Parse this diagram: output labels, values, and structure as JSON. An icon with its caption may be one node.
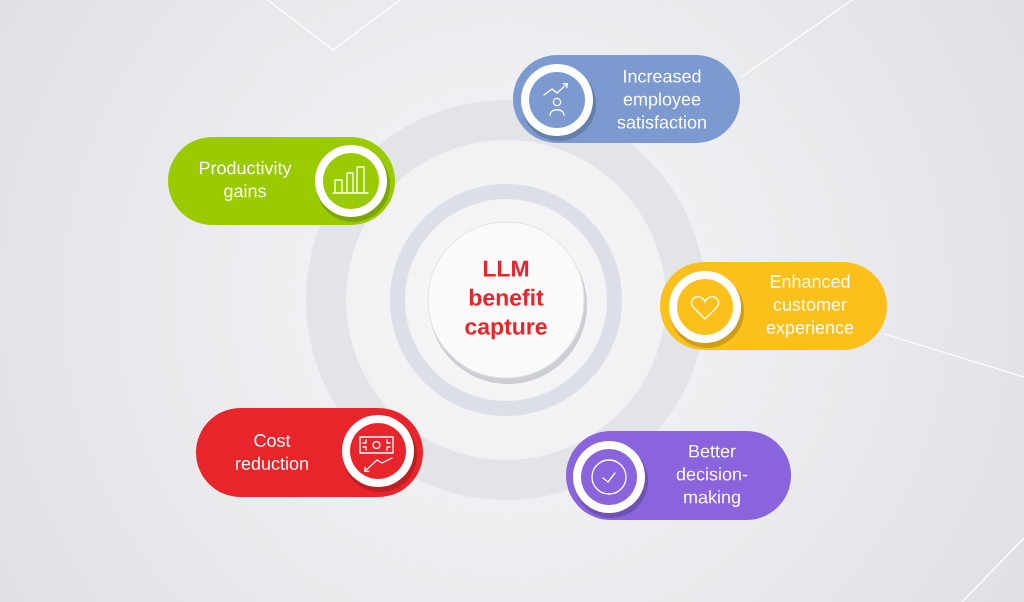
{
  "diagram": {
    "nodes": [
      {
        "text": [
          "Increased employee satisfaction"
        ]
      },
      {
        "text": [
          "Productivity gains"
        ]
      },
      {
        "text": [
          "LLM benefit capture"
        ]
      },
      {
        "text": [
          "Enhanced customer experience"
        ]
      },
      {
        "text": [
          "Cost reduction"
        ]
      },
      {
        "text": [
          "Better decision-making"
        ]
      }
    ]
  }
}
